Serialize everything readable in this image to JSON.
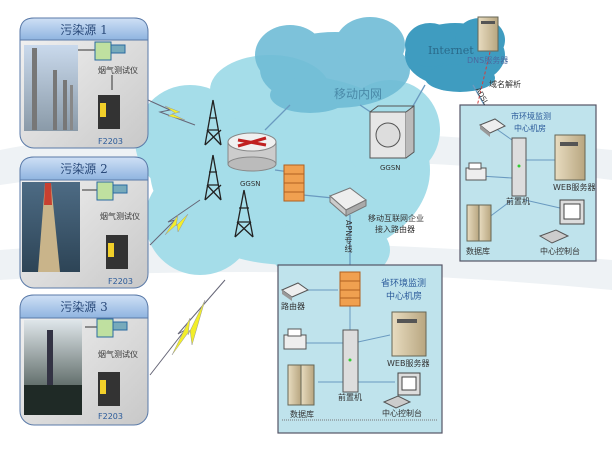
{
  "sources": [
    {
      "title": "污染源 1",
      "instrument": "烟气测试仪",
      "device": "F2203"
    },
    {
      "title": "污染源 2",
      "instrument": "烟气测试仪",
      "device": "F2203"
    },
    {
      "title": "污染源 3",
      "instrument": "烟气测试仪",
      "device": "F2203"
    }
  ],
  "mobile_network": {
    "cloud_label": "移动内网",
    "ggsn_router_label": "GGSN",
    "ggsn_server_label": "GGSN",
    "apn_router_label_1": "移动互联网企业",
    "apn_router_label_2": "接入路由器",
    "apn_line_label": "APN专线"
  },
  "internet": {
    "cloud_label": "Internet",
    "dns_label": "DNS服务器",
    "dns_resolve_label": "域名解析",
    "adsl_label": "ADSL"
  },
  "city_center": {
    "title_1": "市环境监测",
    "title_2": "中心机房",
    "web_server": "WEB服务器",
    "front_end": "前置机",
    "database": "数据库",
    "console": "中心控制台"
  },
  "province_center": {
    "title_1": "省环境监测",
    "title_2": "中心机房",
    "router": "路由器",
    "web_server": "WEB服务器",
    "front_end": "前置机",
    "database": "数据库",
    "console": "中心控制台"
  },
  "colors": {
    "cloud_light": "#9fdbe8",
    "cloud_dark": "#4aa3c2",
    "box_header": "#a9c8ea",
    "lightning": "#f2ee2a",
    "firewall": "#f0a050"
  }
}
